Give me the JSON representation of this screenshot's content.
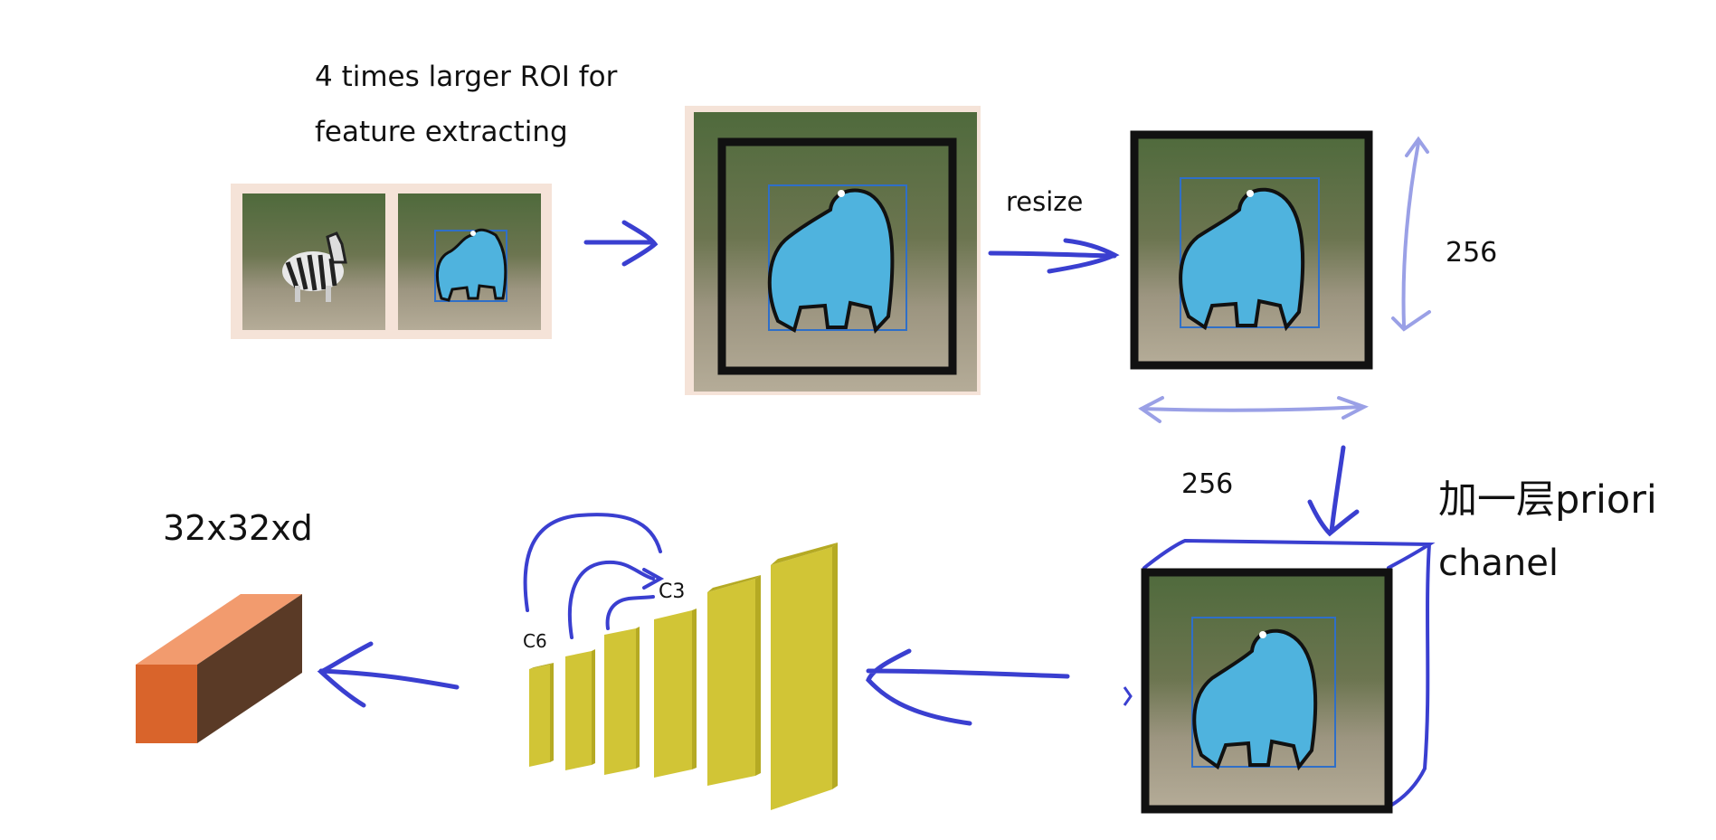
{
  "labels": {
    "roi_line1": "4 times larger ROI for",
    "roi_line2": "feature extracting",
    "resize": "resize",
    "height": "256",
    "width": "256",
    "prior_line1": "加一层priori",
    "prior_line2": "chanel",
    "feature_dim": "32x32xd",
    "c6": "C6",
    "c3": "C3"
  },
  "colors": {
    "pen": "#3a3fd0",
    "pen_light": "#9aa0e6",
    "frame": "#f5e3d8",
    "mask": "#4fb3de",
    "bbox": "#2f6fc8",
    "layer_front": "#d1c536",
    "layer_side": "#b5aa23",
    "cube_front": "#d9642b",
    "cube_top": "#f29b6e",
    "cube_side": "#5a3a26",
    "grass": "#9c9580",
    "trees": "#3f5a2f"
  },
  "icons": [
    "pen-arrow",
    "zebra-mask",
    "bounding-box",
    "feature-cube"
  ]
}
